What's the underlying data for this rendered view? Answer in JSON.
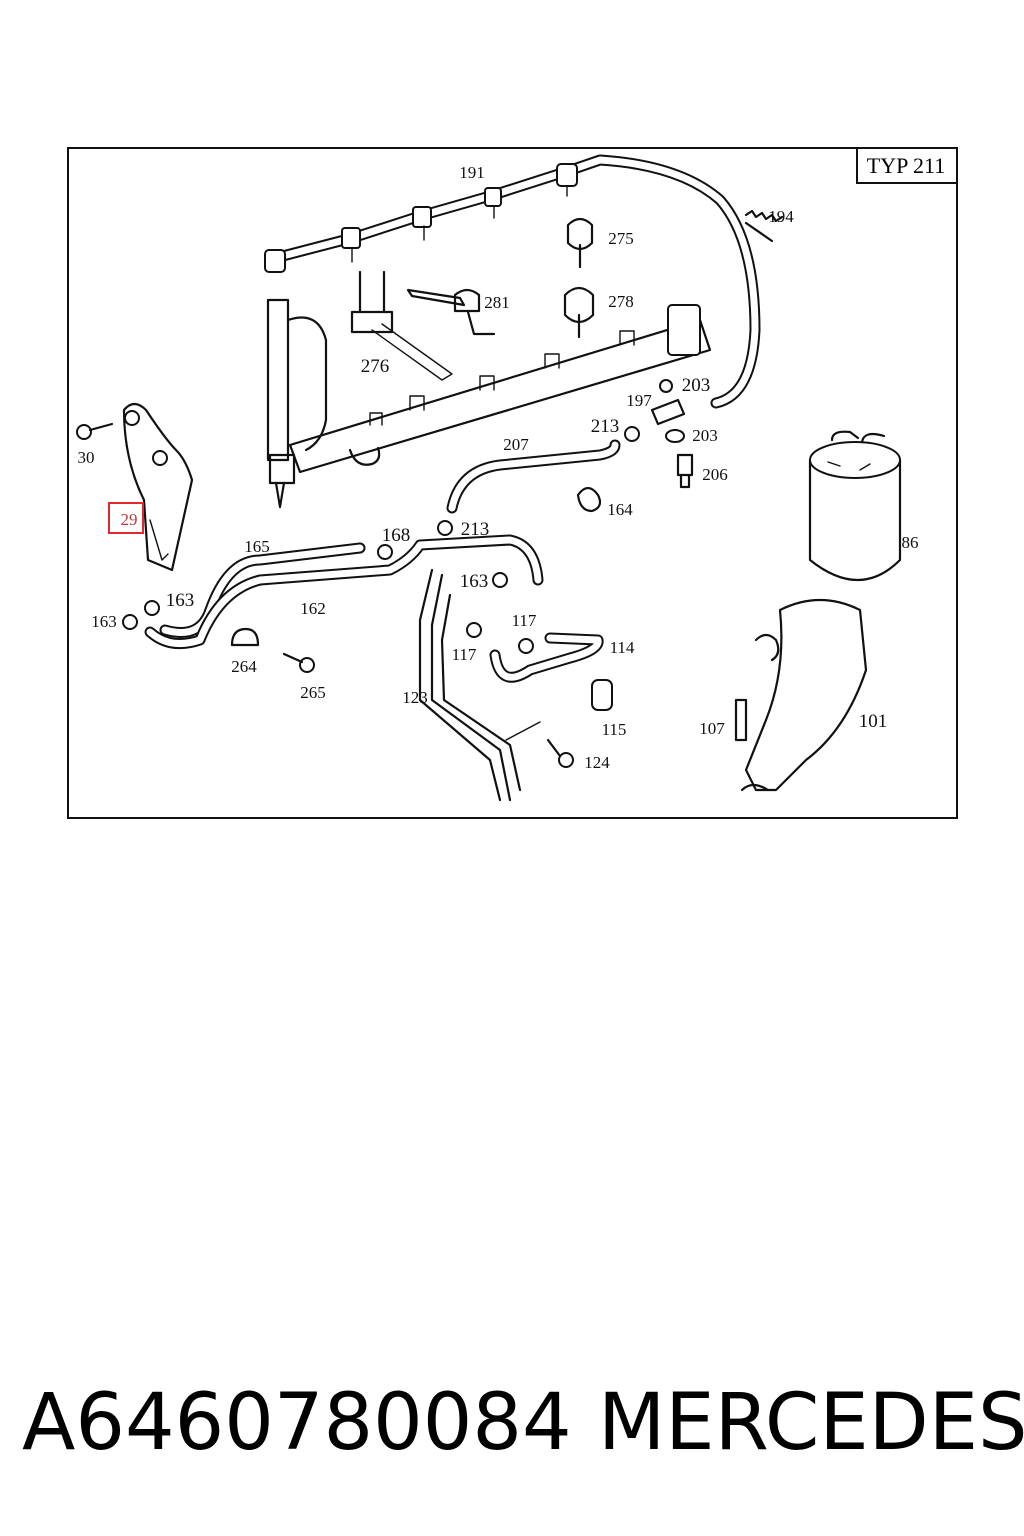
{
  "diagram": {
    "model_label": "TYP 211",
    "highlighted_part": "29",
    "highlight_color": "#e0282f",
    "part_labels": [
      "191",
      "194",
      "275",
      "281",
      "278",
      "276",
      "203",
      "197",
      "213",
      "203",
      "207",
      "206",
      "30",
      "29",
      "164",
      "86",
      "165",
      "168",
      "213",
      "163",
      "162",
      "163",
      "163",
      "117",
      "114",
      "117",
      "264",
      "265",
      "101",
      "107",
      "123",
      "115",
      "124"
    ]
  },
  "caption": {
    "part_number": "A6460780084",
    "brand": "MERCEDES"
  }
}
